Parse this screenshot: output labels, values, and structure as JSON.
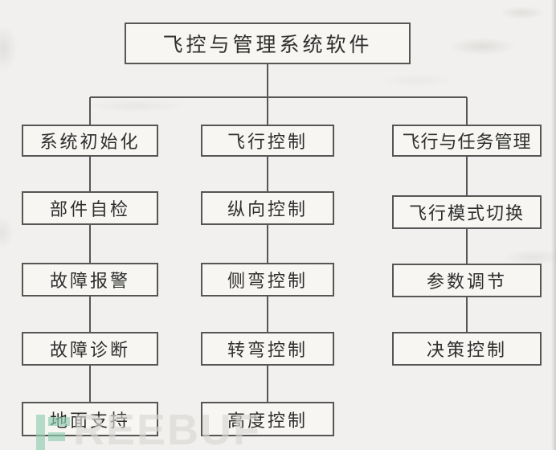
{
  "diagram": {
    "root": {
      "label": "飞控与管理系统软件"
    },
    "columns": [
      {
        "header": "系统初始化",
        "children": [
          "部件自检",
          "故障报警",
          "故障诊断",
          "地面支持"
        ]
      },
      {
        "header": "飞行控制",
        "children": [
          "纵向控制",
          "侧弯控制",
          "转弯控制",
          "高度控制"
        ]
      },
      {
        "header": "飞行与任务管理",
        "children": [
          "飞行模式切换",
          "参数调节",
          "决策控制"
        ]
      }
    ]
  },
  "watermark": {
    "brand_text": "REEBUF",
    "logo": "freebuf-f-logo",
    "logo_color": "#8fcdb0",
    "text_color": "#d9d8d4"
  },
  "colors": {
    "background": "#f1f0ee",
    "box_border": "#565656",
    "text": "#2e2e2e"
  }
}
